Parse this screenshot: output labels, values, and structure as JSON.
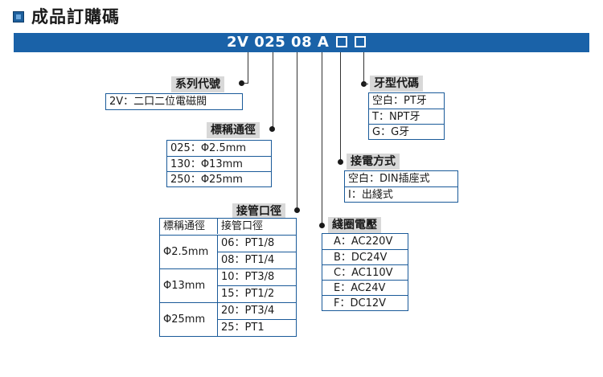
{
  "header": {
    "title": "成品訂購碼"
  },
  "code": {
    "text": "2V 025 08 A"
  },
  "series": {
    "label": "系列代號",
    "values": [
      "2V：二口二位電磁閥"
    ]
  },
  "diameter": {
    "label": "標稱通徑",
    "values": [
      "025：Φ2.5mm",
      "130：Φ13mm",
      "250：Φ25mm"
    ]
  },
  "port": {
    "label": "接管口徑",
    "headers": [
      "標稱通徑",
      "接管口徑"
    ],
    "groups": [
      {
        "diameter": "Φ2.5mm",
        "ports": [
          "06：PT1/8",
          "08：PT1/4"
        ]
      },
      {
        "diameter": "Φ13mm",
        "ports": [
          "10：PT3/8",
          "15：PT1/2"
        ]
      },
      {
        "diameter": "Φ25mm",
        "ports": [
          "20：PT3/4",
          "25：PT1"
        ]
      }
    ]
  },
  "voltage": {
    "label": "綫圈電壓",
    "values": [
      "A：AC220V",
      "B：DC24V",
      "C：AC110V",
      "E：AC24V",
      "F：DC12V"
    ]
  },
  "connection": {
    "label": "接電方式",
    "values": [
      "空白：DIN插座式",
      "I：出綫式"
    ]
  },
  "thread": {
    "label": "牙型代碼",
    "values": [
      "空白：PT牙",
      "T：NPT牙",
      "G：G牙"
    ]
  }
}
